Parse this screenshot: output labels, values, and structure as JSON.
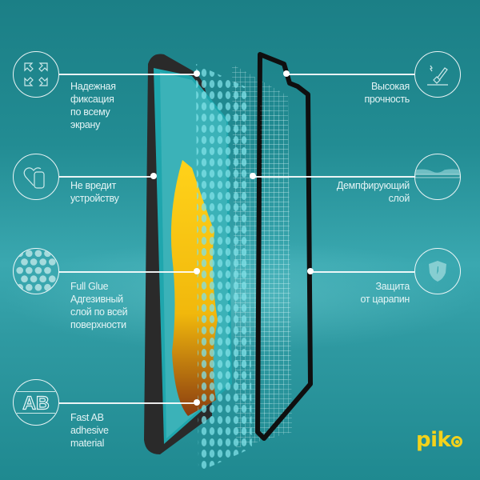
{
  "brand": {
    "name": "pik",
    "logo_color": "#f3d21b"
  },
  "colors": {
    "background": "#1f878e",
    "accent_yellow": "#f3c514",
    "frame_black": "#111111",
    "line_white": "#ffffff"
  },
  "features_left": [
    {
      "icon": "expand-arrows-icon",
      "lines": [
        "Надежная",
        "фиксация",
        "по всему",
        "экрану"
      ]
    },
    {
      "icon": "heart-phone-icon",
      "lines": [
        "Не вредит",
        "устройству"
      ]
    },
    {
      "icon": "dots-pattern-icon",
      "lines": [
        "Full Glue",
        "Адгезивный",
        "слой по всей",
        "поверхности"
      ]
    },
    {
      "icon": "ab-adhesive-icon",
      "lines": [
        "Fast AB",
        "adhesive",
        "material"
      ]
    }
  ],
  "features_right": [
    {
      "icon": "hammer-impact-icon",
      "lines": [
        "Высокая",
        "прочность"
      ]
    },
    {
      "icon": "damping-layer-icon",
      "lines": [
        "Демпфирующий",
        "слой"
      ]
    },
    {
      "icon": "shield-icon",
      "lines": [
        "Защита",
        "от царапин"
      ]
    }
  ],
  "icon_text": {
    "ab": "AB"
  }
}
